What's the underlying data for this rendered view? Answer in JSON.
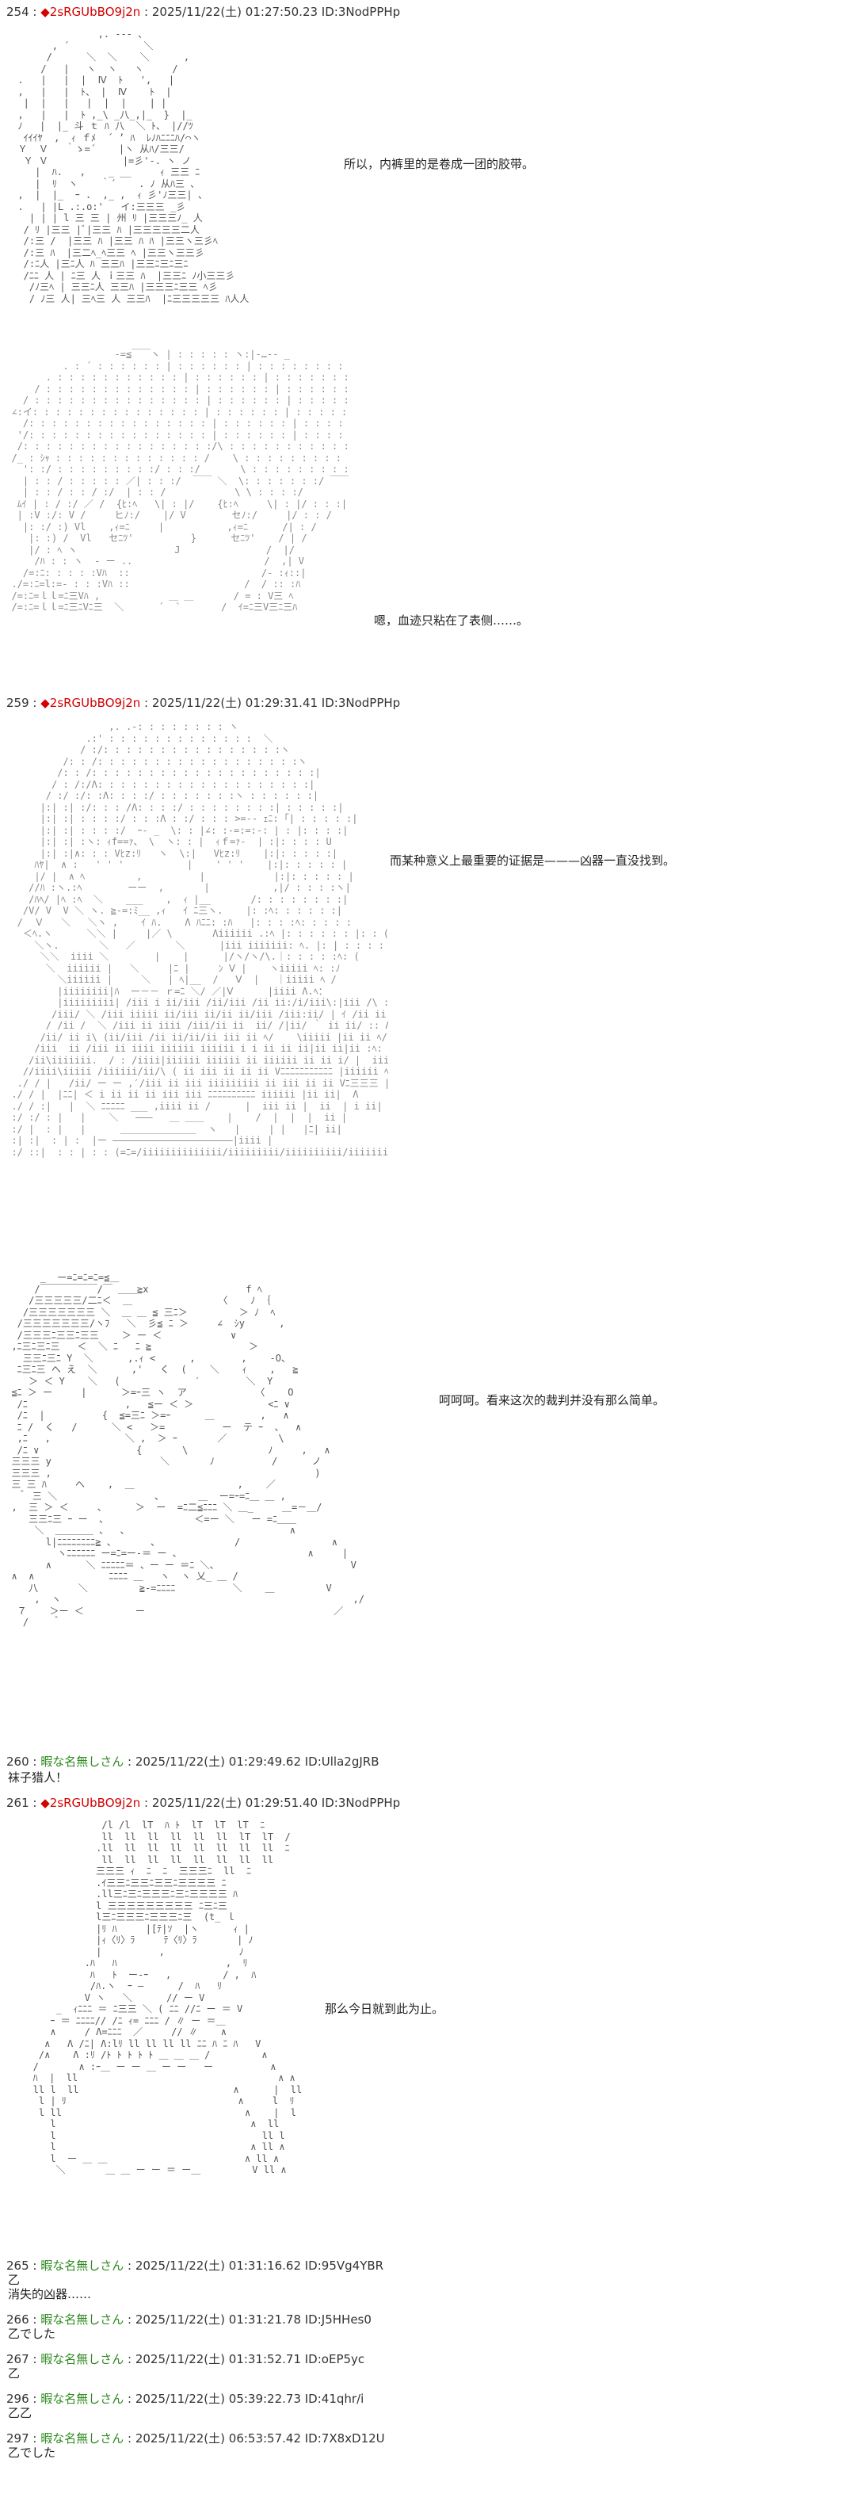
{
  "posts": [
    {
      "num": "254",
      "name": "2sRGUbBO9j2n",
      "meta": "2025/11/22(土) 01:27:50.23 ID:3NodPPHp"
    },
    {
      "num": "259",
      "name": "2sRGUbBO9j2n",
      "meta": "2025/11/22(土) 01:29:31.41 ID:3NodPPHp"
    },
    {
      "num": "260",
      "name": "暇な名無しさん",
      "meta": "2025/11/22(土) 01:29:49.62 ID:Ulla2gJRB",
      "text": "袜子猎人！"
    },
    {
      "num": "261",
      "name": "2sRGUbBO9j2n",
      "meta": "2025/11/22(土) 01:29:51.40 ID:3NodPPHp"
    },
    {
      "num": "265",
      "name": "暇な名無しさん",
      "meta": "2025/11/22(土) 01:31:16.62 ID:95Vg4YBR",
      "text1": "乙",
      "text2": "消失的凶器……"
    },
    {
      "num": "266",
      "name": "暇な名無しさん",
      "meta": "2025/11/22(土) 01:31:21.78 ID:J5HHes0",
      "text": "乙でした"
    },
    {
      "num": "267",
      "name": "暇な名無しさん",
      "meta": "2025/11/22(土) 01:31:52.71 ID:oEP5yc",
      "text": "乙"
    },
    {
      "num": "296",
      "name": "暇な名無しさん",
      "meta": "2025/11/22(土) 05:39:22.73 ID:41qhr/i",
      "text": "乙乙"
    },
    {
      "num": "297",
      "name": "暇な名無しさん",
      "meta": "2025/11/22(土) 06:53:57.42 ID:7X8xD12U",
      "text": "乙でした"
    }
  ],
  "captions": {
    "c1": "所以，内裤里的是卷成一团的胶带。",
    "c2": "嗯，血迹只粘在了表侧……。",
    "c3": "而某种意义上最重要的证据是———凶器一直没找到。",
    "c4": "呵呵呵。看来这次的裁判并没有那么简单。",
    "c5": "那么今日就到此为止。"
  },
  "colors": {
    "trip": "#d40000",
    "anon": "#2e8b1f"
  }
}
